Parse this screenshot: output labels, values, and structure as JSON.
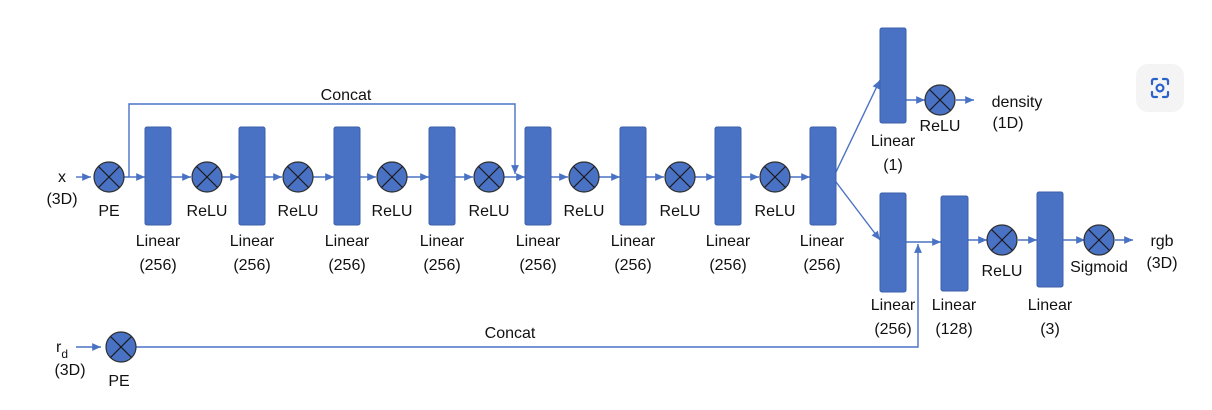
{
  "inputs": {
    "x": {
      "name": "x",
      "dim": "(3D)"
    },
    "rd": {
      "name": "r",
      "subscript": "d",
      "dim": "(3D)"
    }
  },
  "labels": {
    "pe": "PE",
    "relu": "ReLU",
    "linear": "Linear",
    "concat": "Concat",
    "sigmoid": "Sigmoid",
    "density": "density",
    "density_dim": "(1D)",
    "rgb": "rgb",
    "rgb_dim": "(3D)"
  },
  "trunk_layers": [
    "(256)",
    "(256)",
    "(256)",
    "(256)",
    "(256)",
    "(256)",
    "(256)",
    "(256)"
  ],
  "density_layer": "(1)",
  "color_layers": [
    "(256)",
    "(128)",
    "(3)"
  ],
  "colors": {
    "block": "#4a72c4",
    "block_stroke": "#3b5fa8",
    "node": "#4a72c4",
    "arrow": "#4a72c4"
  },
  "toolbar": {
    "lens_icon": "scan-lens-icon"
  }
}
